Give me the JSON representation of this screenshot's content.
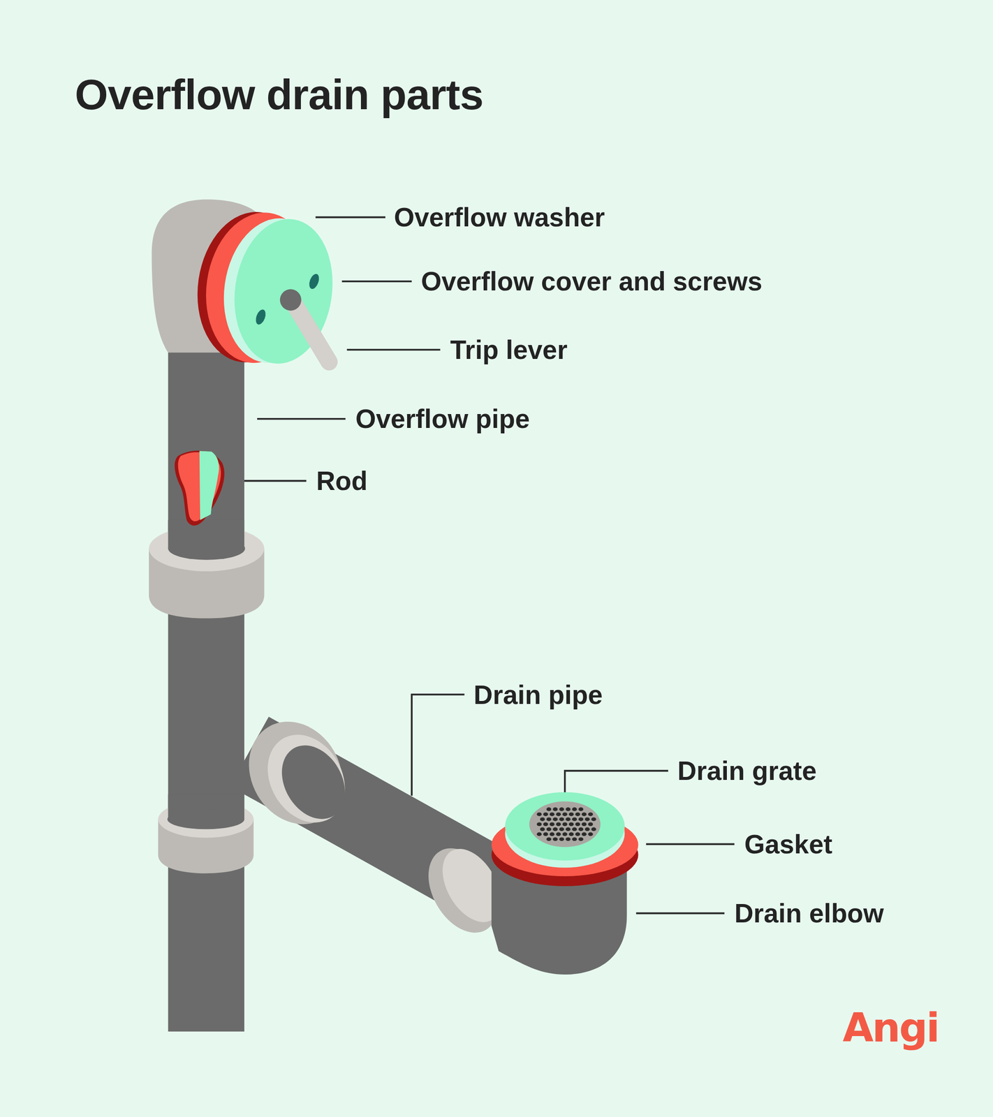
{
  "diagram": {
    "title": "Overflow drain parts",
    "labels": [
      "Overflow washer",
      "Overflow cover and screws",
      "Trip lever",
      "Overflow pipe",
      "Rod",
      "Drain pipe",
      "Drain grate",
      "Gasket",
      "Drain elbow",
      "Angi"
    ]
  }
}
